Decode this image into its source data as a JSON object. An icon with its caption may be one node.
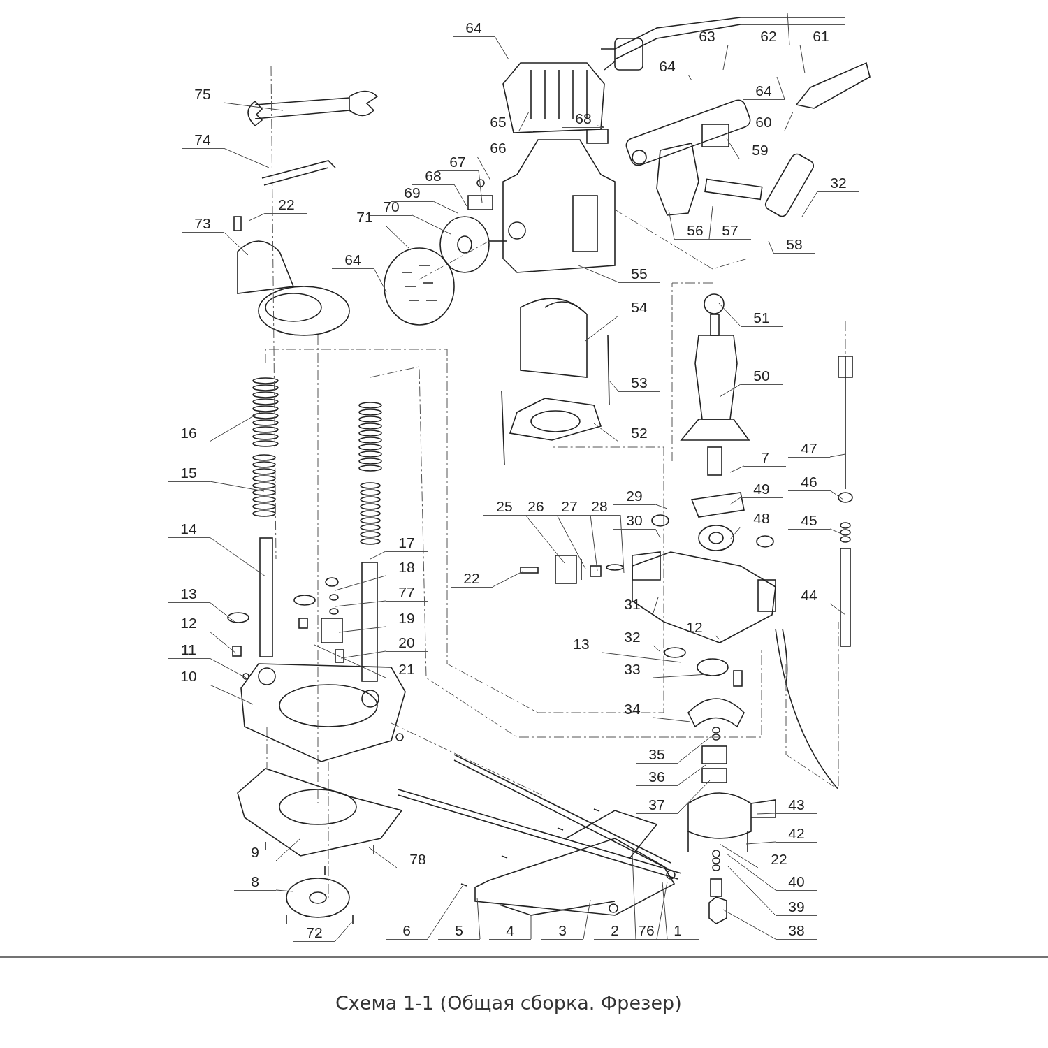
{
  "diagram": {
    "title": "Схема 1-1 (Общая сборка. Фрезер)",
    "nodes": [
      {
        "text": [
          "64"
        ]
      },
      {
        "text": [
          "63"
        ]
      },
      {
        "text": [
          "62"
        ]
      },
      {
        "text": [
          "61"
        ]
      },
      {
        "text": [
          "64"
        ]
      },
      {
        "text": [
          "75"
        ]
      },
      {
        "text": [
          "64"
        ]
      },
      {
        "text": [
          "65"
        ]
      },
      {
        "text": [
          "60"
        ]
      },
      {
        "text": [
          "68"
        ]
      },
      {
        "text": [
          "74"
        ]
      },
      {
        "text": [
          "59"
        ]
      },
      {
        "text": [
          "66"
        ]
      },
      {
        "text": [
          "67"
        ]
      },
      {
        "text": [
          "68"
        ]
      },
      {
        "text": [
          "32"
        ]
      },
      {
        "text": [
          "69"
        ]
      },
      {
        "text": [
          "22"
        ]
      },
      {
        "text": [
          "70"
        ]
      },
      {
        "text": [
          "71"
        ]
      },
      {
        "text": [
          "73"
        ]
      },
      {
        "text": [
          "56"
        ]
      },
      {
        "text": [
          "57"
        ]
      },
      {
        "text": [
          "58"
        ]
      },
      {
        "text": [
          "64"
        ]
      },
      {
        "text": [
          "55"
        ]
      },
      {
        "text": [
          "54"
        ]
      },
      {
        "text": [
          "51"
        ]
      },
      {
        "text": [
          "50"
        ]
      },
      {
        "text": [
          "53"
        ]
      },
      {
        "text": [
          "16"
        ]
      },
      {
        "text": [
          "52"
        ]
      },
      {
        "text": [
          "47"
        ]
      },
      {
        "text": [
          "7"
        ]
      },
      {
        "text": [
          "15"
        ]
      },
      {
        "text": [
          "46"
        ]
      },
      {
        "text": [
          "49"
        ]
      },
      {
        "text": [
          "29"
        ]
      },
      {
        "text": [
          "25"
        ]
      },
      {
        "text": [
          "26"
        ]
      },
      {
        "text": [
          "27"
        ]
      },
      {
        "text": [
          "28"
        ]
      },
      {
        "text": [
          "30"
        ]
      },
      {
        "text": [
          "48"
        ]
      },
      {
        "text": [
          "45"
        ]
      },
      {
        "text": [
          "14"
        ]
      },
      {
        "text": [
          "17"
        ]
      },
      {
        "text": [
          "18"
        ]
      },
      {
        "text": [
          "22"
        ]
      },
      {
        "text": [
          "77"
        ]
      },
      {
        "text": [
          "44"
        ]
      },
      {
        "text": [
          "31"
        ]
      },
      {
        "text": [
          "13"
        ]
      },
      {
        "text": [
          "19"
        ]
      },
      {
        "text": [
          "32"
        ]
      },
      {
        "text": [
          "12"
        ]
      },
      {
        "text": [
          "12"
        ]
      },
      {
        "text": [
          "20"
        ]
      },
      {
        "text": [
          "13"
        ]
      },
      {
        "text": [
          "11"
        ]
      },
      {
        "text": [
          "33"
        ]
      },
      {
        "text": [
          "21"
        ]
      },
      {
        "text": [
          "10"
        ]
      },
      {
        "text": [
          "34"
        ]
      },
      {
        "text": [
          "35"
        ]
      },
      {
        "text": [
          "36"
        ]
      },
      {
        "text": [
          "37"
        ]
      },
      {
        "text": [
          "43"
        ]
      },
      {
        "text": [
          "42"
        ]
      },
      {
        "text": [
          "9"
        ]
      },
      {
        "text": [
          "22"
        ]
      },
      {
        "text": [
          "78"
        ]
      },
      {
        "text": [
          "40"
        ]
      },
      {
        "text": [
          "8"
        ]
      },
      {
        "text": [
          "39"
        ]
      },
      {
        "text": [
          "6"
        ]
      },
      {
        "text": [
          "5"
        ]
      },
      {
        "text": [
          "4"
        ]
      },
      {
        "text": [
          "3"
        ]
      },
      {
        "text": [
          "2"
        ]
      },
      {
        "text": [
          "76"
        ]
      },
      {
        "text": [
          "1"
        ]
      },
      {
        "text": [
          "38"
        ]
      },
      {
        "text": [
          "72"
        ]
      }
    ],
    "edges": [
      {
        "from": 0,
        "to": null,
        "arrow": "none"
      },
      {
        "from": 1,
        "to": null,
        "arrow": "none"
      },
      {
        "from": 2,
        "to": null,
        "arrow": "none"
      },
      {
        "from": 3,
        "to": null,
        "arrow": "none"
      },
      {
        "from": 4,
        "to": null,
        "arrow": "none"
      },
      {
        "from": 5,
        "to": null,
        "arrow": "none"
      },
      {
        "from": 6,
        "to": null,
        "arrow": "none"
      },
      {
        "from": 7,
        "to": null,
        "arrow": "none"
      },
      {
        "from": 8,
        "to": null,
        "arrow": "none"
      },
      {
        "from": 9,
        "to": null,
        "arrow": "none"
      },
      {
        "from": 10,
        "to": null,
        "arrow": "none"
      },
      {
        "from": 11,
        "to": null,
        "arrow": "none"
      },
      {
        "from": 12,
        "to": null,
        "arrow": "none"
      },
      {
        "from": 13,
        "to": null,
        "arrow": "none"
      },
      {
        "from": 14,
        "to": null,
        "arrow": "none"
      },
      {
        "from": 15,
        "to": null,
        "arrow": "none"
      },
      {
        "from": 16,
        "to": null,
        "arrow": "none"
      },
      {
        "from": 17,
        "to": null,
        "arrow": "none"
      },
      {
        "from": 18,
        "to": null,
        "arrow": "none"
      },
      {
        "from": 19,
        "to": null,
        "arrow": "none"
      },
      {
        "from": 20,
        "to": null,
        "arrow": "none"
      },
      {
        "from": 21,
        "to": null,
        "arrow": "none"
      },
      {
        "from": 22,
        "to": null,
        "arrow": "none"
      },
      {
        "from": 23,
        "to": null,
        "arrow": "none"
      },
      {
        "from": 24,
        "to": null,
        "arrow": "none"
      },
      {
        "from": 25,
        "to": null,
        "arrow": "none"
      },
      {
        "from": 26,
        "to": null,
        "arrow": "none"
      },
      {
        "from": 27,
        "to": null,
        "arrow": "none"
      },
      {
        "from": 28,
        "to": null,
        "arrow": "none"
      },
      {
        "from": 29,
        "to": null,
        "arrow": "none"
      },
      {
        "from": 30,
        "to": null,
        "arrow": "none"
      },
      {
        "from": 31,
        "to": null,
        "arrow": "none"
      },
      {
        "from": 32,
        "to": null,
        "arrow": "none"
      },
      {
        "from": 33,
        "to": null,
        "arrow": "none"
      },
      {
        "from": 34,
        "to": null,
        "arrow": "none"
      },
      {
        "from": 35,
        "to": null,
        "arrow": "none"
      },
      {
        "from": 36,
        "to": null,
        "arrow": "none"
      },
      {
        "from": 37,
        "to": null,
        "arrow": "none"
      },
      {
        "from": 38,
        "to": null,
        "arrow": "none"
      },
      {
        "from": 39,
        "to": null,
        "arrow": "none"
      },
      {
        "from": 40,
        "to": null,
        "arrow": "none"
      },
      {
        "from": 41,
        "to": null,
        "arrow": "none"
      },
      {
        "from": 42,
        "to": null,
        "arrow": "none"
      },
      {
        "from": 43,
        "to": null,
        "arrow": "none"
      },
      {
        "from": 44,
        "to": null,
        "arrow": "none"
      },
      {
        "from": 45,
        "to": null,
        "arrow": "none"
      },
      {
        "from": 46,
        "to": null,
        "arrow": "none"
      },
      {
        "from": 47,
        "to": null,
        "arrow": "none"
      },
      {
        "from": 48,
        "to": null,
        "arrow": "none"
      },
      {
        "from": 49,
        "to": null,
        "arrow": "none"
      },
      {
        "from": 50,
        "to": null,
        "arrow": "none"
      },
      {
        "from": 51,
        "to": null,
        "arrow": "none"
      },
      {
        "from": 52,
        "to": null,
        "arrow": "none"
      },
      {
        "from": 53,
        "to": null,
        "arrow": "none"
      },
      {
        "from": 54,
        "to": null,
        "arrow": "none"
      },
      {
        "from": 55,
        "to": null,
        "arrow": "none"
      },
      {
        "from": 56,
        "to": null,
        "arrow": "none"
      },
      {
        "from": 57,
        "to": null,
        "arrow": "none"
      },
      {
        "from": 58,
        "to": null,
        "arrow": "none"
      },
      {
        "from": 59,
        "to": null,
        "arrow": "none"
      },
      {
        "from": 60,
        "to": null,
        "arrow": "none"
      },
      {
        "from": 61,
        "to": null,
        "arrow": "none"
      },
      {
        "from": 62,
        "to": null,
        "arrow": "none"
      },
      {
        "from": 63,
        "to": null,
        "arrow": "none"
      },
      {
        "from": 64,
        "to": null,
        "arrow": "none"
      },
      {
        "from": 65,
        "to": null,
        "arrow": "none"
      },
      {
        "from": 66,
        "to": null,
        "arrow": "none"
      },
      {
        "from": 67,
        "to": null,
        "arrow": "none"
      },
      {
        "from": 68,
        "to": null,
        "arrow": "none"
      },
      {
        "from": 69,
        "to": null,
        "arrow": "none"
      },
      {
        "from": 70,
        "to": null,
        "arrow": "none"
      },
      {
        "from": 71,
        "to": null,
        "arrow": "none"
      },
      {
        "from": 72,
        "to": null,
        "arrow": "none"
      },
      {
        "from": 73,
        "to": null,
        "arrow": "none"
      },
      {
        "from": 74,
        "to": null,
        "arrow": "none"
      },
      {
        "from": 75,
        "to": null,
        "arrow": "none"
      },
      {
        "from": 76,
        "to": null,
        "arrow": "none"
      },
      {
        "from": 77,
        "to": null,
        "arrow": "none"
      },
      {
        "from": 78,
        "to": null,
        "arrow": "none"
      },
      {
        "from": 79,
        "to": null,
        "arrow": "none"
      },
      {
        "from": 80,
        "to": null,
        "arrow": "none"
      },
      {
        "from": 81,
        "to": null,
        "arrow": "none"
      },
      {
        "from": 82,
        "to": null,
        "arrow": "none"
      },
      {
        "from": 83,
        "to": null,
        "arrow": "none"
      }
    ]
  }
}
